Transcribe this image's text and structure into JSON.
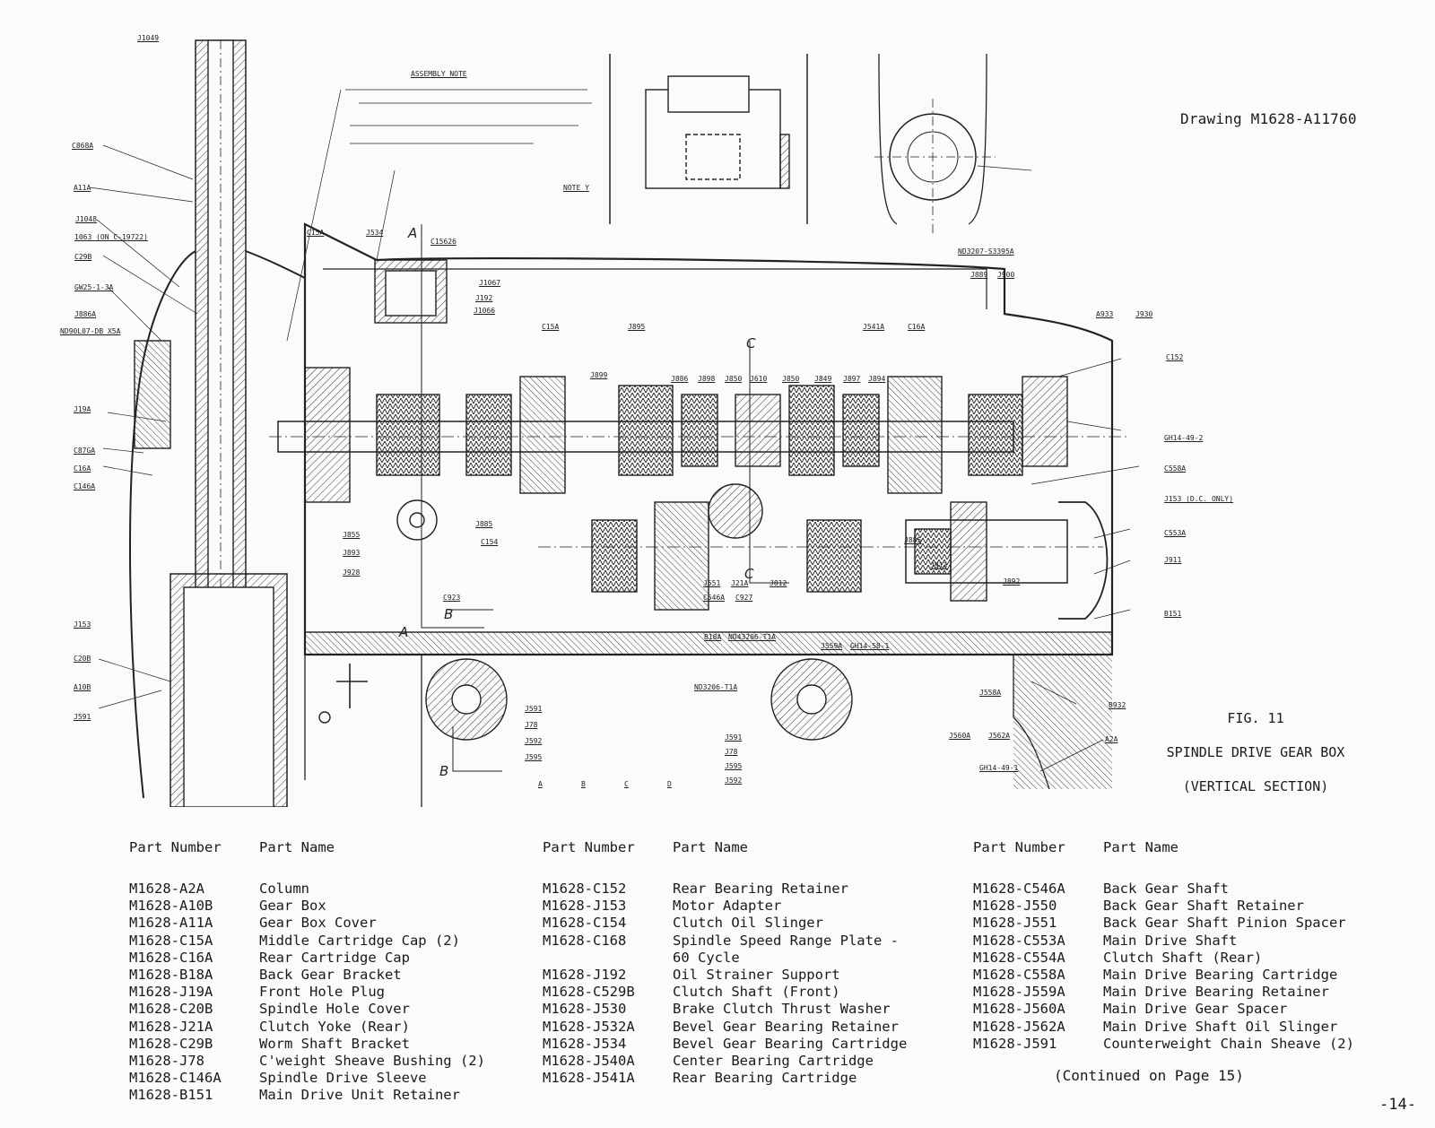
{
  "drawing_ref": "Drawing M1628-A11760",
  "figure": {
    "number": "FIG. 11",
    "title": "SPINDLE DRIVE GEAR BOX",
    "subtitle": "(VERTICAL SECTION)"
  },
  "callouts": [
    "J1049",
    "C868A",
    "A11A",
    "J1048",
    "1063 (ON C-19722)",
    "C29B",
    "GW25-1-3A",
    "J886A",
    "ND90L07-DB X5A",
    "J19A",
    "C87GA",
    "C16A",
    "C146A",
    "J153",
    "A10B",
    "C20B",
    "J591",
    "ASSEMBLY NOTE",
    "C15A",
    "J534",
    "C15626",
    "J1067",
    "J192",
    "J1066",
    "J541A",
    "J895",
    "C16A",
    "C15A",
    "J899",
    "J886",
    "J898",
    "J850",
    "J610",
    "J850",
    "J849",
    "J897",
    "J894",
    "J855",
    "J893",
    "J928",
    "C923",
    "C154",
    "J885",
    "J551",
    "J21A",
    "J812",
    "C546A",
    "C927",
    "B18A",
    "J559A",
    "J885",
    "J913",
    "J892",
    "ND3207-S3395A",
    "J889",
    "J900",
    "A933",
    "J930",
    "C152",
    "GH14-49-2",
    "C558A",
    "J153 (D.C. ONLY)",
    "C553A",
    "J911",
    "B151",
    "J558A",
    "J562A",
    "J560A",
    "B932",
    "A2A",
    "GH14-49-1",
    "J591",
    "J78",
    "J592",
    "J595",
    "J591",
    "J78",
    "J595",
    "J592",
    "ND3206-T1A",
    "ND43206-T1A",
    "GH14-58-1",
    "NOTE Y",
    "A",
    "B",
    "C",
    "D"
  ],
  "parts_headers": {
    "number": "Part Number",
    "name": "Part Name"
  },
  "parts": [
    [
      {
        "number": "M1628-A2A",
        "name": "Column"
      },
      {
        "number": "M1628-A10B",
        "name": "Gear Box"
      },
      {
        "number": "M1628-A11A",
        "name": "Gear Box Cover"
      },
      {
        "number": "M1628-C15A",
        "name": "Middle Cartridge Cap (2)"
      },
      {
        "number": "M1628-C16A",
        "name": "Rear Cartridge Cap"
      },
      {
        "number": "M1628-B18A",
        "name": "Back Gear Bracket"
      },
      {
        "number": "M1628-J19A",
        "name": "Front Hole Plug"
      },
      {
        "number": "M1628-C20B",
        "name": "Spindle Hole Cover"
      },
      {
        "number": "M1628-J21A",
        "name": "Clutch Yoke (Rear)"
      },
      {
        "number": "M1628-C29B",
        "name": "Worm Shaft Bracket"
      },
      {
        "number": "M1628-J78",
        "name": "C'weight Sheave Bushing (2)"
      },
      {
        "number": "M1628-C146A",
        "name": "Spindle Drive Sleeve"
      },
      {
        "number": "M1628-B151",
        "name": "Main Drive Unit Retainer"
      }
    ],
    [
      {
        "number": "M1628-C152",
        "name": "Rear Bearing Retainer"
      },
      {
        "number": "M1628-J153",
        "name": "Motor Adapter"
      },
      {
        "number": "M1628-C154",
        "name": "Clutch Oil Slinger"
      },
      {
        "number": "M1628-C168",
        "name": "Spindle Speed Range Plate -"
      },
      {
        "number": "",
        "name": "  60 Cycle"
      },
      {
        "number": "M1628-J192",
        "name": "Oil Strainer Support"
      },
      {
        "number": "M1628-C529B",
        "name": "Clutch Shaft (Front)"
      },
      {
        "number": "M1628-J530",
        "name": "Brake Clutch Thrust Washer"
      },
      {
        "number": "M1628-J532A",
        "name": "Bevel Gear Bearing Retainer"
      },
      {
        "number": "M1628-J534",
        "name": "Bevel Gear Bearing Cartridge"
      },
      {
        "number": "M1628-J540A",
        "name": "Center Bearing Cartridge"
      },
      {
        "number": "M1628-J541A",
        "name": "Rear Bearing Cartridge"
      }
    ],
    [
      {
        "number": "M1628-C546A",
        "name": "Back Gear Shaft"
      },
      {
        "number": "M1628-J550",
        "name": "Back Gear Shaft Retainer"
      },
      {
        "number": "M1628-J551",
        "name": "Back Gear Shaft Pinion Spacer"
      },
      {
        "number": "M1628-C553A",
        "name": "Main Drive Shaft"
      },
      {
        "number": "M1628-C554A",
        "name": "Clutch Shaft (Rear)"
      },
      {
        "number": "M1628-C558A",
        "name": "Main Drive Bearing Cartridge"
      },
      {
        "number": "M1628-J559A",
        "name": "Main Drive Bearing Retainer"
      },
      {
        "number": "M1628-J560A",
        "name": "Main Drive Gear Spacer"
      },
      {
        "number": "M1628-J562A",
        "name": "Main Drive Shaft Oil Slinger"
      },
      {
        "number": "M1628-J591",
        "name": "Counterweight Chain Sheave (2)"
      }
    ]
  ],
  "continued": "(Continued on Page 15)",
  "page_number": "-14-"
}
